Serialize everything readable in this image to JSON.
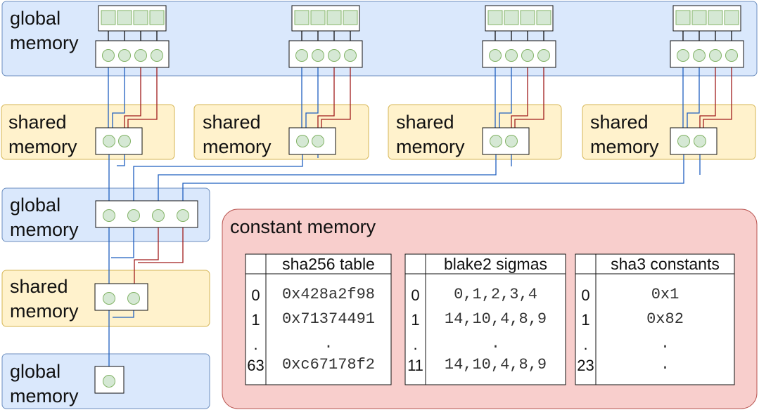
{
  "regions": {
    "global_top_label": [
      "global",
      "memory"
    ],
    "shared_label": [
      "shared",
      "memory"
    ],
    "global_mid_label": [
      "global",
      "memory"
    ],
    "shared_bottom_label": [
      "shared",
      "memory"
    ],
    "global_bottom_label": [
      "global",
      "memory"
    ],
    "constant_title": "constant memory"
  },
  "tables": [
    {
      "title": "sha256 table",
      "rows": [
        {
          "index": "0",
          "value": "0x428a2f98"
        },
        {
          "index": "1",
          "value": "0x71374491"
        },
        {
          "index": ".",
          "value": "."
        },
        {
          "index": "63",
          "value": "0xc67178f2"
        }
      ]
    },
    {
      "title": "blake2 sigmas",
      "rows": [
        {
          "index": "0",
          "value": "0,1,2,3,4"
        },
        {
          "index": "1",
          "value": "14,10,4,8,9"
        },
        {
          "index": ".",
          "value": "."
        },
        {
          "index": "11",
          "value": "14,10,4,8,9"
        }
      ]
    },
    {
      "title": "sha3 constants",
      "rows": [
        {
          "index": "0",
          "value": "0x1"
        },
        {
          "index": "1",
          "value": "0x82"
        },
        {
          "index": ".",
          "value": "."
        },
        {
          "index": "23",
          "value": "."
        }
      ]
    }
  ],
  "colors": {
    "global_fill": "#dae8fc",
    "global_stroke": "#6c8ebf",
    "shared_fill": "#fff2cc",
    "shared_stroke": "#d6b656",
    "constant_fill": "#f8cecc",
    "constant_stroke": "#b85450",
    "node_fill": "#d5e8d4",
    "node_stroke": "#82b366",
    "blue_arrow": "#1f5fbf",
    "red_arrow": "#a01c1c"
  }
}
